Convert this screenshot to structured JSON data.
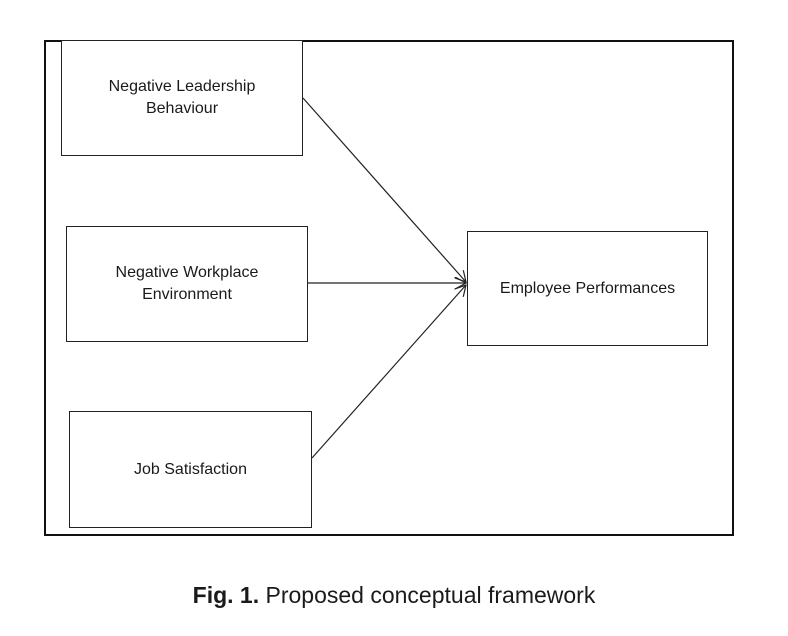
{
  "diagram": {
    "nodes": {
      "leadership": "Negative Leadership\nBehaviour",
      "environment": "Negative Workplace\nEnvironment",
      "job": "Job Satisfaction",
      "performance": "Employee Performances"
    },
    "edges": [
      {
        "from": "leadership",
        "to": "performance"
      },
      {
        "from": "environment",
        "to": "performance"
      },
      {
        "from": "job",
        "to": "performance"
      }
    ]
  },
  "caption": {
    "label": "Fig. 1.",
    "text": "Proposed conceptual framework"
  }
}
